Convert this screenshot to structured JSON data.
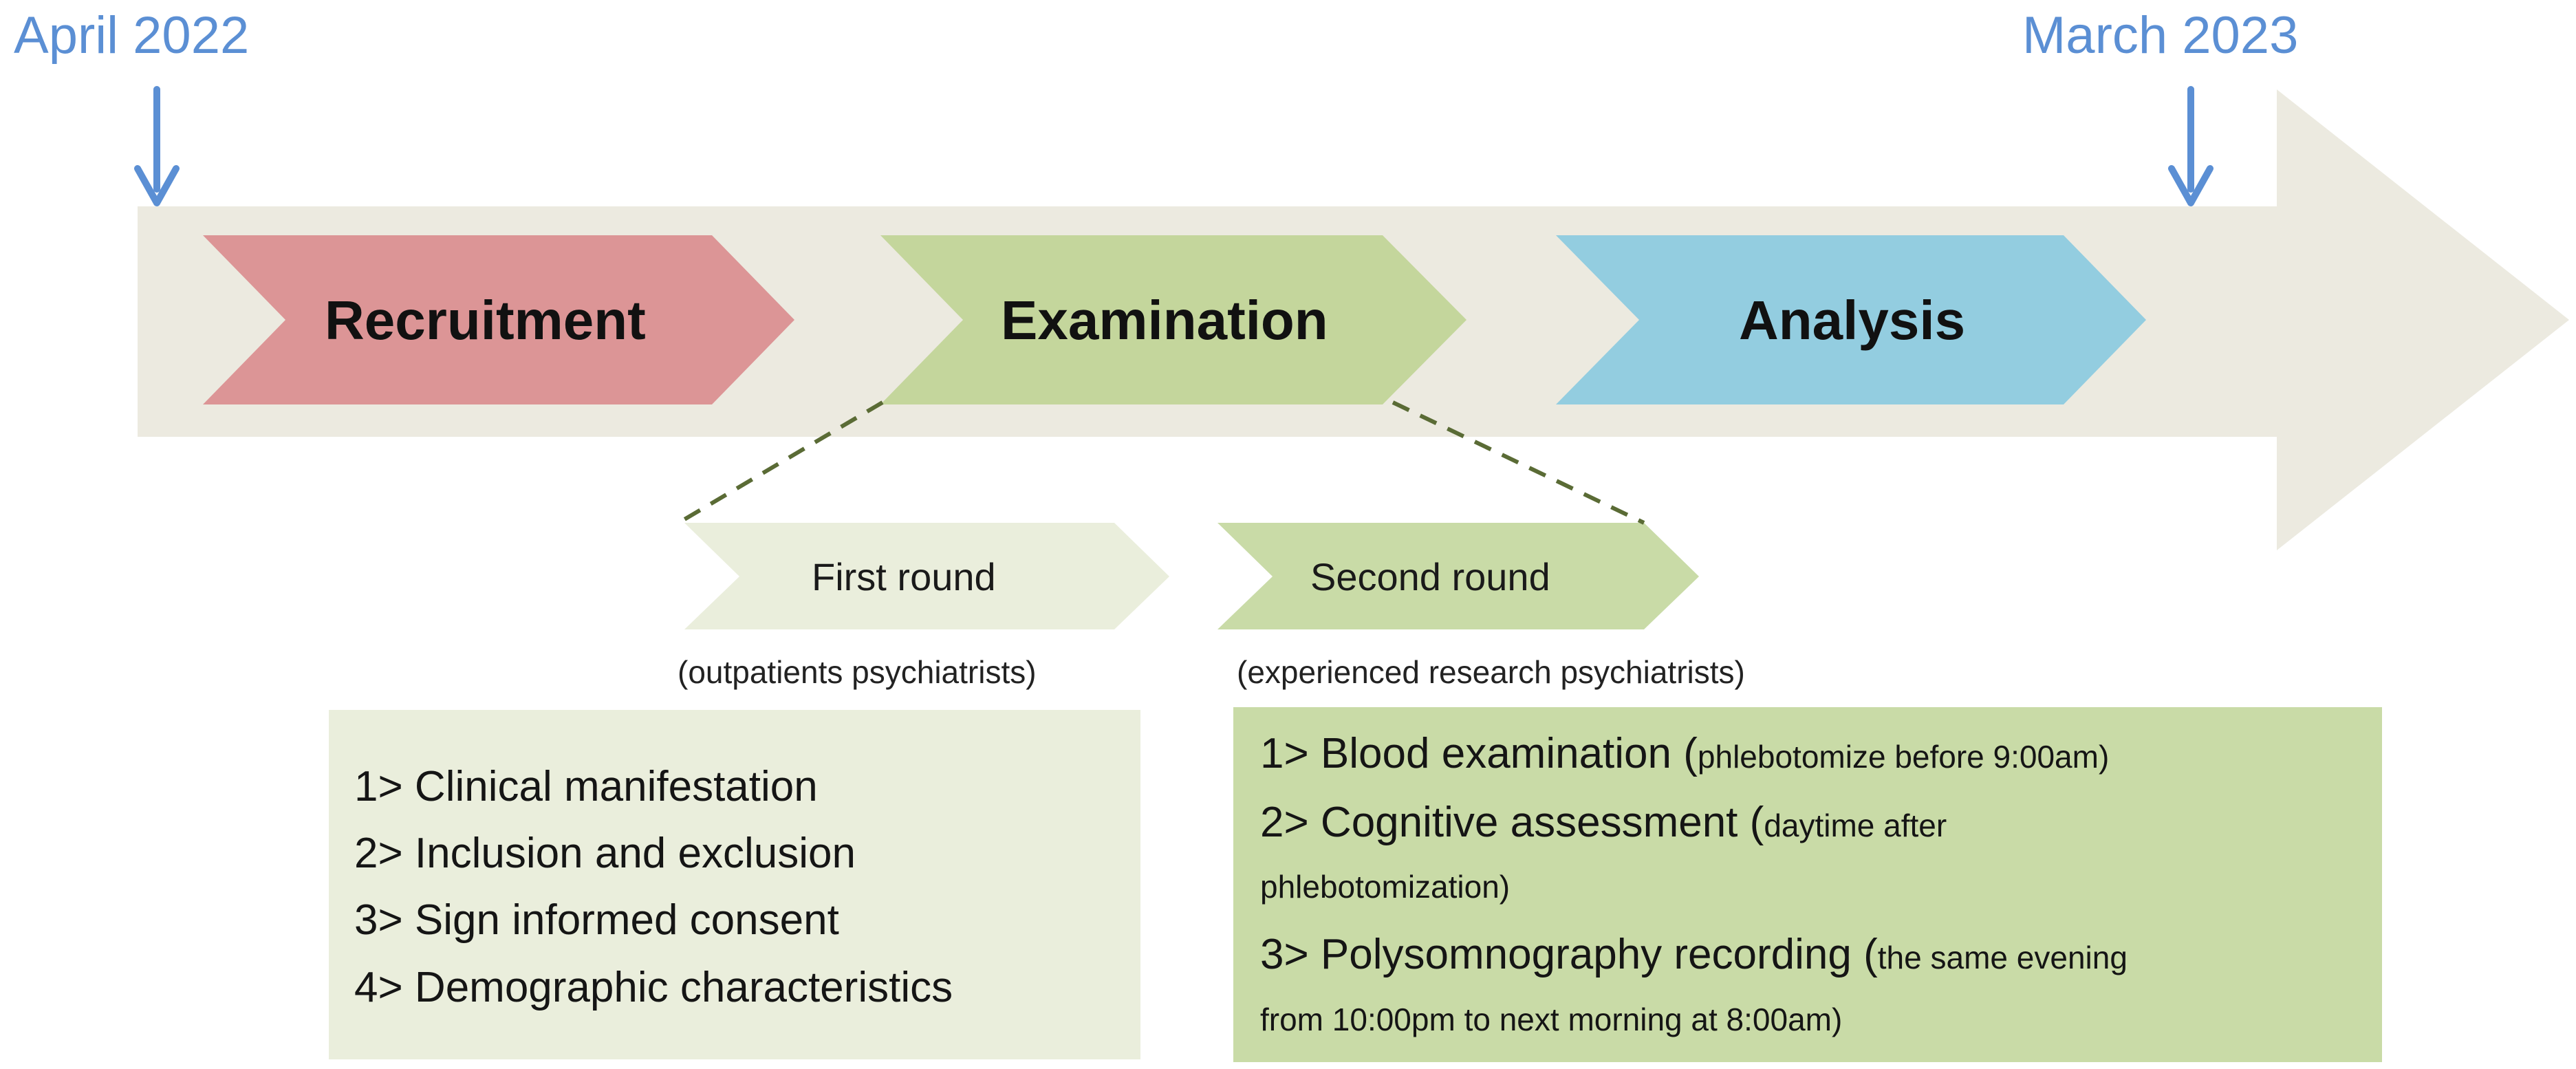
{
  "timeline": {
    "start_label": "April 2022",
    "end_label": "March 2023"
  },
  "phases": [
    {
      "label": "Recruitment",
      "color": "#dc9596"
    },
    {
      "label": "Examination",
      "color": "#c4d69c"
    },
    {
      "label": "Analysis",
      "color": "#93cde0"
    }
  ],
  "rounds": [
    {
      "label": "First round",
      "note": "(outpatients psychiatrists)",
      "color": "#eaeedc"
    },
    {
      "label": "Second round",
      "note": "(experienced research psychiatrists)",
      "color": "#c9dba7"
    }
  ],
  "first_round_items": [
    "1> Clinical manifestation",
    "2> Inclusion and exclusion",
    "3> Sign informed consent",
    "4> Demographic characteristics"
  ],
  "second_round_items": [
    {
      "main": "1> Blood examination",
      "detail_open": "(",
      "detail": "phlebotomize before 9:00am)"
    },
    {
      "main": "2> Cognitive assessment",
      "detail_open": "(",
      "detail": "daytime after",
      "detail_cont": "phlebotomization)"
    },
    {
      "main": "3> Polysomnography recording",
      "detail_open": "(",
      "detail": "the same evening",
      "detail_cont": "from 10:00pm to next morning at 8:00am)"
    }
  ],
  "colors": {
    "big_arrow": "#eceae0",
    "date_arrow": "#5b8fd4",
    "dashed_line": "#5a6b35"
  }
}
